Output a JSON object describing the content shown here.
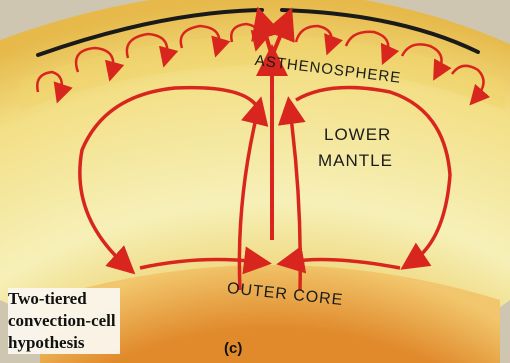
{
  "labels": {
    "asthenosphere": "ASTHENOSPHERE",
    "lower_mantle_line1": "LOWER",
    "lower_mantle_line2": "MANTLE",
    "outer_core": "OUTER CORE"
  },
  "caption": {
    "line1": "Two-tiered",
    "line2": "convection-cell",
    "line3": "hypothesis"
  },
  "panel_letter": "(c)",
  "colors": {
    "arrow": "#d8261e",
    "mantle_light": "#f6efb4",
    "mantle_dark": "#ebcc4a",
    "outer_core": "#e39a3a",
    "lithosphere": "#1a1a1a"
  }
}
